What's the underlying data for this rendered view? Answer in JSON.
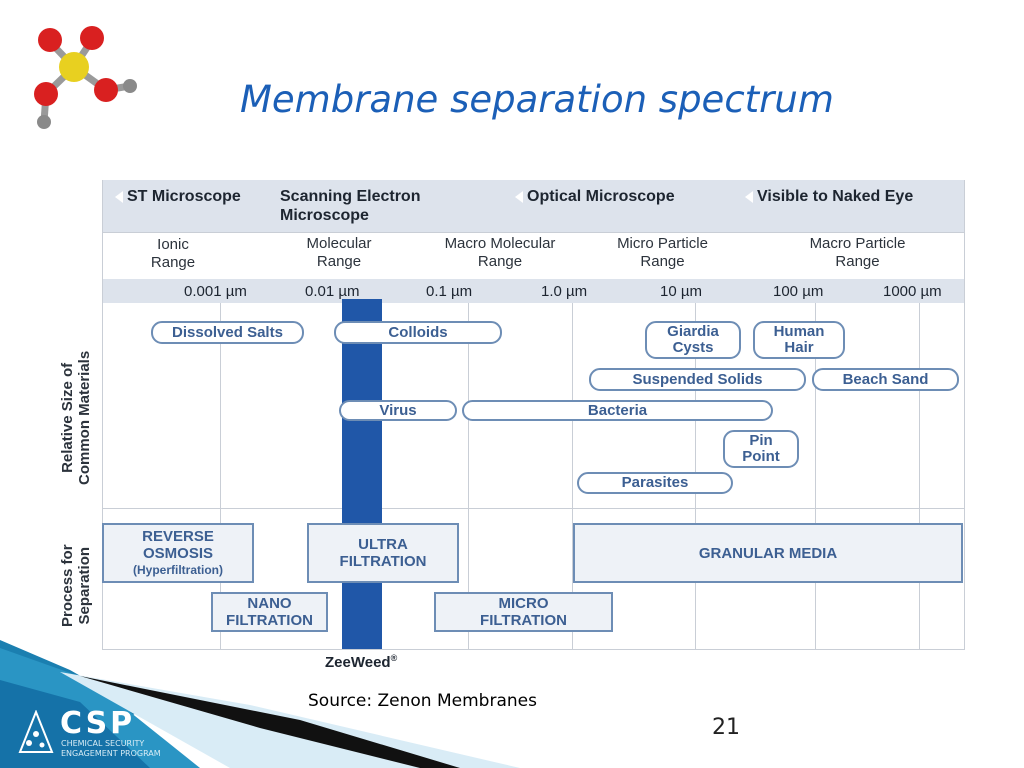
{
  "slide": {
    "title": "Membrane separation spectrum",
    "source": "Source: Zenon Membranes",
    "page_number": "21"
  },
  "header": {
    "microscopes": [
      "ST Microscope",
      "Scanning Electron\nMicroscope",
      "Optical Microscope",
      "Visible to Naked Eye"
    ],
    "ranges": [
      "Ionic\nRange",
      "Molecular\nRange",
      "Macro Molecular\nRange",
      "Micro Particle\nRange",
      "Macro Particle\nRange"
    ],
    "scale": [
      "0.001 µm",
      "0.01 µm",
      "0.1 µm",
      "1.0 µm",
      "10 µm",
      "100 µm",
      "1000 µm"
    ]
  },
  "side_labels": {
    "materials": "Relative Size of\nCommon Materials",
    "process": "Process for\nSeparation"
  },
  "materials": [
    "Dissolved Salts",
    "Colloids",
    "Giardia\nCysts",
    "Human\nHair",
    "Suspended Solids",
    "Beach Sand",
    "Virus",
    "Bacteria",
    "Pin\nPoint",
    "Parasites"
  ],
  "processes": {
    "reverse_osmosis": "REVERSE\nOSMOSIS",
    "reverse_osmosis_note": "(Hyperfiltration)",
    "ultra": "ULTRA\nFILTRATION",
    "granular": "GRANULAR MEDIA",
    "nano": "NANO\nFILTRATION",
    "micro": "MICRO\nFILTRATION"
  },
  "zeeweed": "ZeeWeed",
  "zeeweed_mark": "®",
  "footer": {
    "logo": "CSP",
    "logo_sub_1": "CHEMICAL SECURITY",
    "logo_sub_2": "ENGAGEMENT PROGRAM"
  },
  "colors": {
    "title": "#1b5fb7",
    "bar": "#2057a8",
    "pill_border": "#6d8db5",
    "pill_text": "#3c5f92",
    "header_band": "#dde3ec"
  }
}
